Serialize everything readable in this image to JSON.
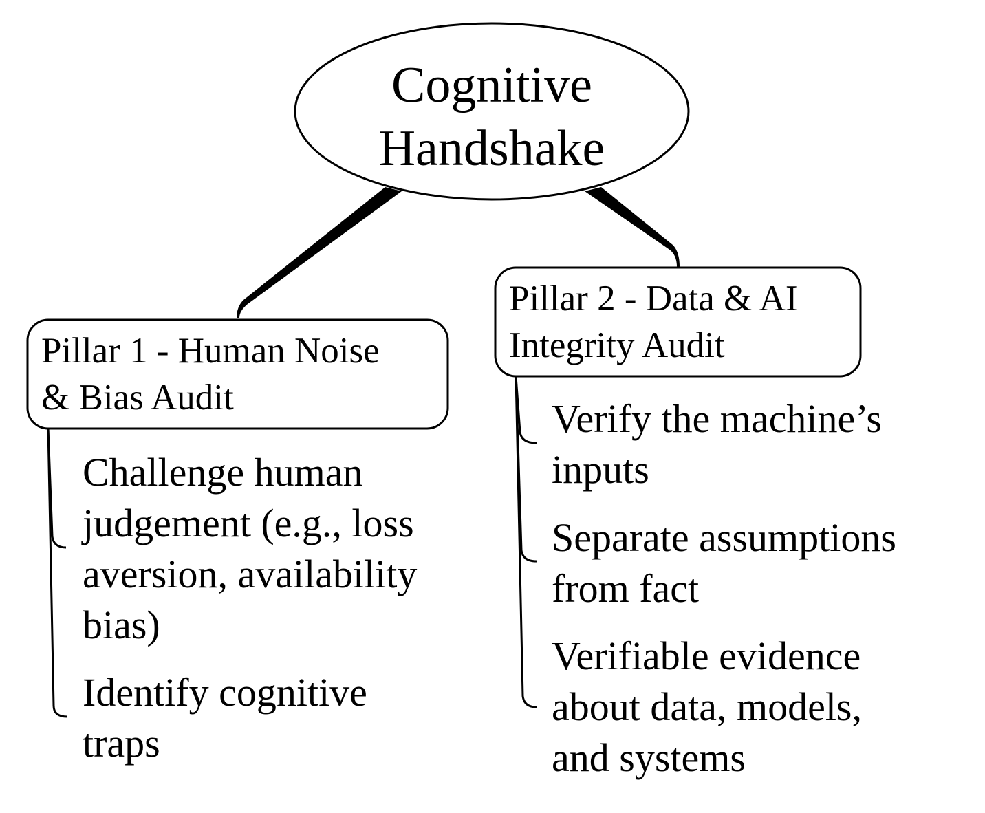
{
  "diagram": {
    "type": "tree",
    "root": {
      "label_line1": "Cognitive",
      "label_line2": "Handshake"
    },
    "pillars": [
      {
        "label_line1": "Pillar 1 - Human Noise",
        "label_line2": "& Bias Audit",
        "items": [
          {
            "lines": [
              "Challenge human",
              "judgement (e.g., loss",
              "aversion, availability",
              "bias)"
            ]
          },
          {
            "lines": [
              "Identify cognitive",
              "traps"
            ]
          }
        ]
      },
      {
        "label_line1": "Pillar 2 - Data & AI",
        "label_line2": "Integrity Audit",
        "items": [
          {
            "lines": [
              "Verify the machine’s",
              "inputs"
            ]
          },
          {
            "lines": [
              "Separate assumptions",
              "from fact"
            ]
          },
          {
            "lines": [
              "Verifiable evidence",
              "about data, models,",
              "and systems"
            ]
          }
        ]
      }
    ],
    "colors": {
      "stroke": "#000000",
      "background": "#ffffff",
      "text": "#000000"
    }
  }
}
